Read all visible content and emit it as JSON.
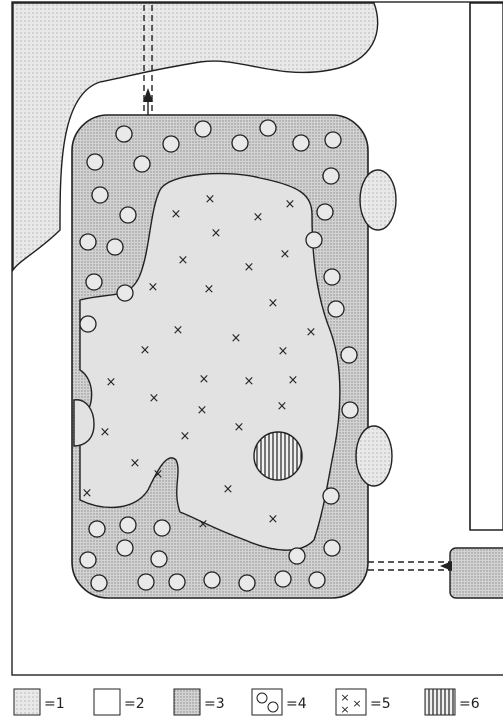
{
  "legend": [
    {
      "id": "1",
      "label": "=1",
      "swatch": "dots-light"
    },
    {
      "id": "2",
      "label": "=2",
      "swatch": "blank"
    },
    {
      "id": "3",
      "label": "=3",
      "swatch": "dots-dense"
    },
    {
      "id": "4",
      "label": "=4",
      "swatch": "circles"
    },
    {
      "id": "5",
      "label": "=5",
      "swatch": "crosses"
    },
    {
      "id": "6",
      "label": "=6",
      "swatch": "hatched"
    }
  ],
  "colors": {
    "stroke": "#222222",
    "fill_light": "#e4e4e4",
    "fill_dense": "#c9c9c9",
    "background": "#ffffff"
  }
}
